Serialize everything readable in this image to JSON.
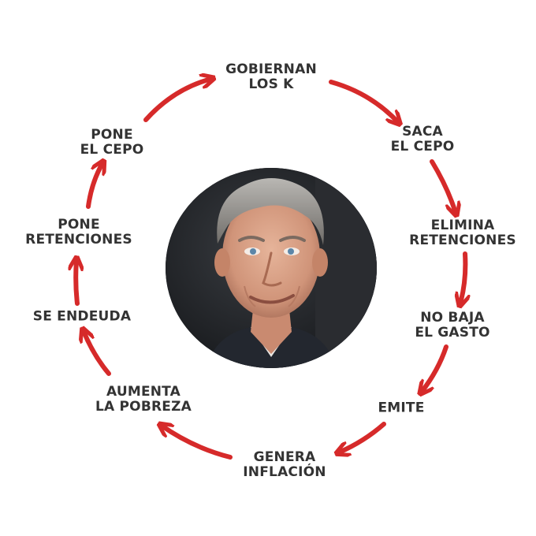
{
  "cycle": {
    "arrow_color": "#d62a2a",
    "text_color": "#333333",
    "steps": [
      {
        "id": "gobiernan",
        "lines": [
          "GOBIERNAN",
          "LOS K"
        ]
      },
      {
        "id": "saca-cepo",
        "lines": [
          "SACA",
          "EL CEPO"
        ]
      },
      {
        "id": "elimina",
        "lines": [
          "ELIMINA",
          "RETENCIONES"
        ]
      },
      {
        "id": "no-baja",
        "lines": [
          "NO BAJA",
          "EL GASTO"
        ]
      },
      {
        "id": "emite",
        "lines": [
          "EMITE"
        ]
      },
      {
        "id": "genera",
        "lines": [
          "GENERA",
          "INFLACIÓN"
        ]
      },
      {
        "id": "aumenta",
        "lines": [
          "AUMENTA",
          "LA POBREZA"
        ]
      },
      {
        "id": "endeuda",
        "lines": [
          "SE ENDEUDA"
        ]
      },
      {
        "id": "pone-retenciones",
        "lines": [
          "PONE",
          "RETENCIONES"
        ]
      },
      {
        "id": "pone-cepo",
        "lines": [
          "PONE",
          "EL CEPO"
        ]
      }
    ]
  },
  "center": {
    "image": "portrait-photo"
  }
}
